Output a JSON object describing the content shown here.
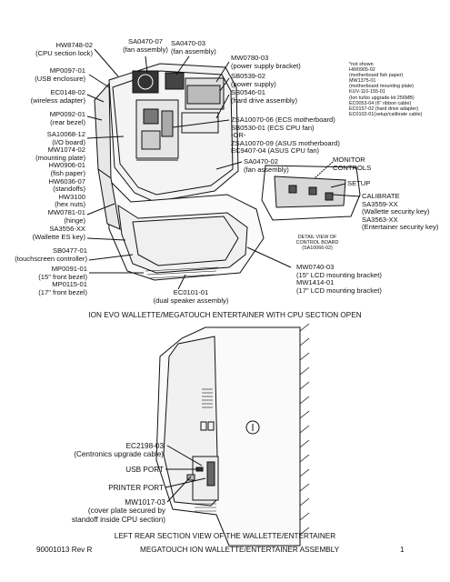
{
  "top_left_labels": [
    [
      "HW8748-02",
      "(CPU section lock)"
    ],
    [
      "MP0097-01",
      "(USB enclosure)"
    ],
    [
      "EC0148-02",
      "(wireless adapter)"
    ],
    [
      "MP0092-01",
      "(rear bezel)"
    ],
    [
      "SA10068-12",
      "(I/O board)",
      "MW1074-02",
      "(mounting plate)",
      "HW0906-01",
      "(fish paper)",
      "HW6036-07",
      "(standoffs)",
      "HW3100",
      "(hex nuts)"
    ],
    [
      "MW0781-01",
      "(hinge)"
    ],
    [
      "SA3556-XX",
      "(Wallette ES key)"
    ],
    [
      "SB0477-01",
      "(touchscreen controller)"
    ],
    [
      "MP0091-01",
      "(15\" front bezel)",
      "MP0115-01",
      "(17\" front bezel)"
    ]
  ],
  "top_labels": {
    "fan1": [
      "SA0470-07",
      "(fan assembly)"
    ],
    "fan2": [
      "SA0470-03",
      "(fan assembly)"
    ]
  },
  "right_labels": {
    "ps_bracket": [
      "MW0780-03",
      "(power supply bracket)"
    ],
    "ps": [
      "SB0539-02",
      "(power supply)"
    ],
    "hd_bracket": [
      "SB0546-01",
      "(hard drive assembly)"
    ],
    "mobo": [
      "ZSA10070-06 (ECS motherboard)",
      "SB0530-01 (ECS CPU fan)",
      "-OR-",
      "ZSA10070-09 (ASUS motherboard)",
      "EC9407-04 (ASUS CPU fan)"
    ],
    "fan3": [
      "SA0470-02",
      "(fan assembly)"
    ]
  },
  "not_shown": [
    "*not shown",
    "HW0905-02",
    "(motherboard fish paper)",
    "MW1375-01",
    "(motherboard mounting plate)",
    "KUV-110-155-01",
    "(Ion turbo upgrade kit 256MB)",
    "EC0053-04 (6\" ribbon cable)",
    "EC0157-02 (hard drive adapter)",
    "EC0102-01(setup/calibrate cable)"
  ],
  "monitor_controls": [
    "MONITOR",
    "CONTROLS"
  ],
  "setup": "SETUP",
  "calibrate": [
    "CALIBRATE",
    "SA3559-XX",
    "(Wallette security key)",
    "SA3563-XX",
    "(Entertainer security key)"
  ],
  "detail_view": [
    "DETAIL VIEW OF",
    "CONTROL BOARD",
    "(SA10066-02)"
  ],
  "lcd_brackets": [
    "MW0740-03",
    "(15\" LCD mounting bracket)",
    "MW1414-01",
    "(17\" LCD mounting bracket)"
  ],
  "speaker": [
    "EC0101-01",
    "(dual speaker assembly)"
  ],
  "caption_top": "ION EVO WALLETTE/MEGATOUCH ENTERTAINER WITH CPU SECTION OPEN",
  "rear_labels": {
    "centronics": [
      "EC2198-03",
      "(Centronics upgrade cable)"
    ],
    "usb": "USB PORT",
    "printer": "PRINTER PORT",
    "cover": [
      "MW1017-03",
      "(cover plate secured by",
      "standoff inside CPU section)"
    ]
  },
  "caption_bottom": "LEFT REAR SECTION VIEW OF THE WALLETTE/ENTERTAINER",
  "footer": {
    "doc_no": "90001013 Rev R",
    "title": "MEGATOUCH ION WALLETTE/ENTERTAINER ASSEMBLY",
    "page": "1"
  }
}
